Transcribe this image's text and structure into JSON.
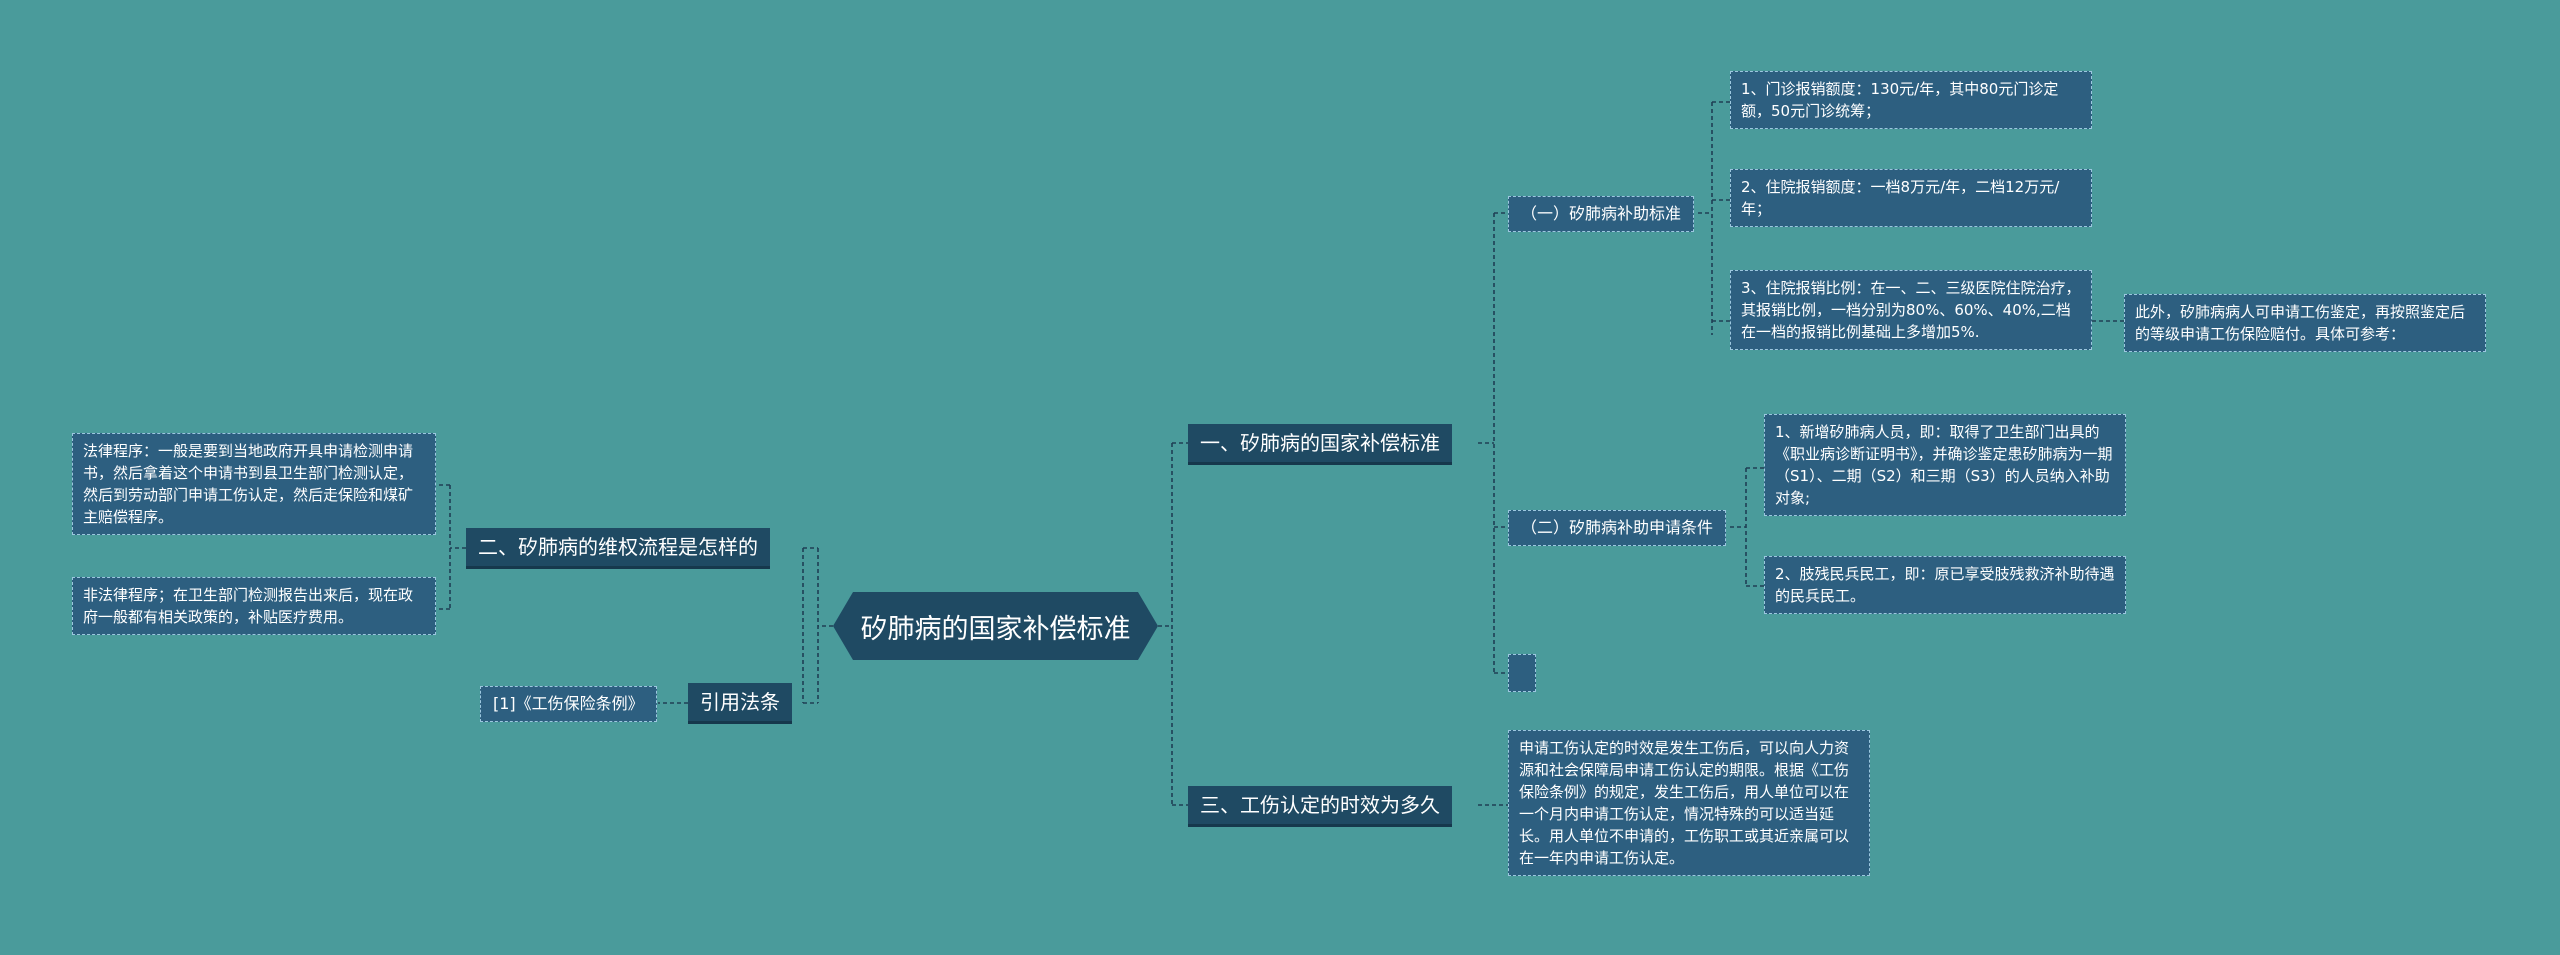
{
  "root": "矽肺病的国家补偿标准",
  "branches": {
    "b1": "一、矽肺病的国家补偿标准",
    "b1_sub1": "（一）矽肺病补助标准",
    "b1_sub1_items": [
      "1、门诊报销额度：130元/年，其中80元门诊定额，50元门诊统筹；",
      "2、住院报销额度：一档8万元/年，二档12万元/年；",
      "3、住院报销比例：在一、二、三级医院住院治疗，其报销比例，一档分别为80%、60%、40%,二档在一档的报销比例基础上多增加5%."
    ],
    "b1_sub1_item3_note": "此外，矽肺病病人可申请工伤鉴定，再按照鉴定后的等级申请工伤保险赔付。具体可参考：",
    "b1_sub2": "（二）矽肺病补助申请条件",
    "b1_sub2_items": [
      "1、新增矽肺病人员，即：取得了卫生部门出具的《职业病诊断证明书》，并确诊鉴定患矽肺病为一期（S1）、二期（S2）和三期（S3）的人员纳入补助对象;",
      "2、肢残民兵民工，即：原已享受肢残救济补助待遇的民兵民工。"
    ],
    "b3": "三、工伤认定的时效为多久",
    "b3_item": "申请工伤认定的时效是发生工伤后，可以向人力资源和社会保障局申请工伤认定的期限。根据《工伤保险条例》的规定，发生工伤后，用人单位可以在一个月内申请工伤认定，情况特殊的可以适当延长。用人单位不申请的，工伤职工或其近亲属可以在一年内申请工伤认定。",
    "b2": "二、矽肺病的维权流程是怎样的",
    "b2_items": [
      "法律程序：一般是要到当地政府开具申请检测申请书，然后拿着这个申请书到县卫生部门检测认定，然后到劳动部门申请工伤认定，然后走保险和煤矿主赔偿程序。",
      "非法律程序；在卫生部门检测报告出来后，现在政府一般都有相关政策的，补贴医疗费用。"
    ],
    "ref": "引用法条",
    "ref_item": "[1]《工伤保险条例》"
  },
  "colors": {
    "background": "#4a9b9b",
    "primary_node": "#1f4a63",
    "secondary_node": "#2d5f80",
    "connector": "#1f3f55"
  }
}
